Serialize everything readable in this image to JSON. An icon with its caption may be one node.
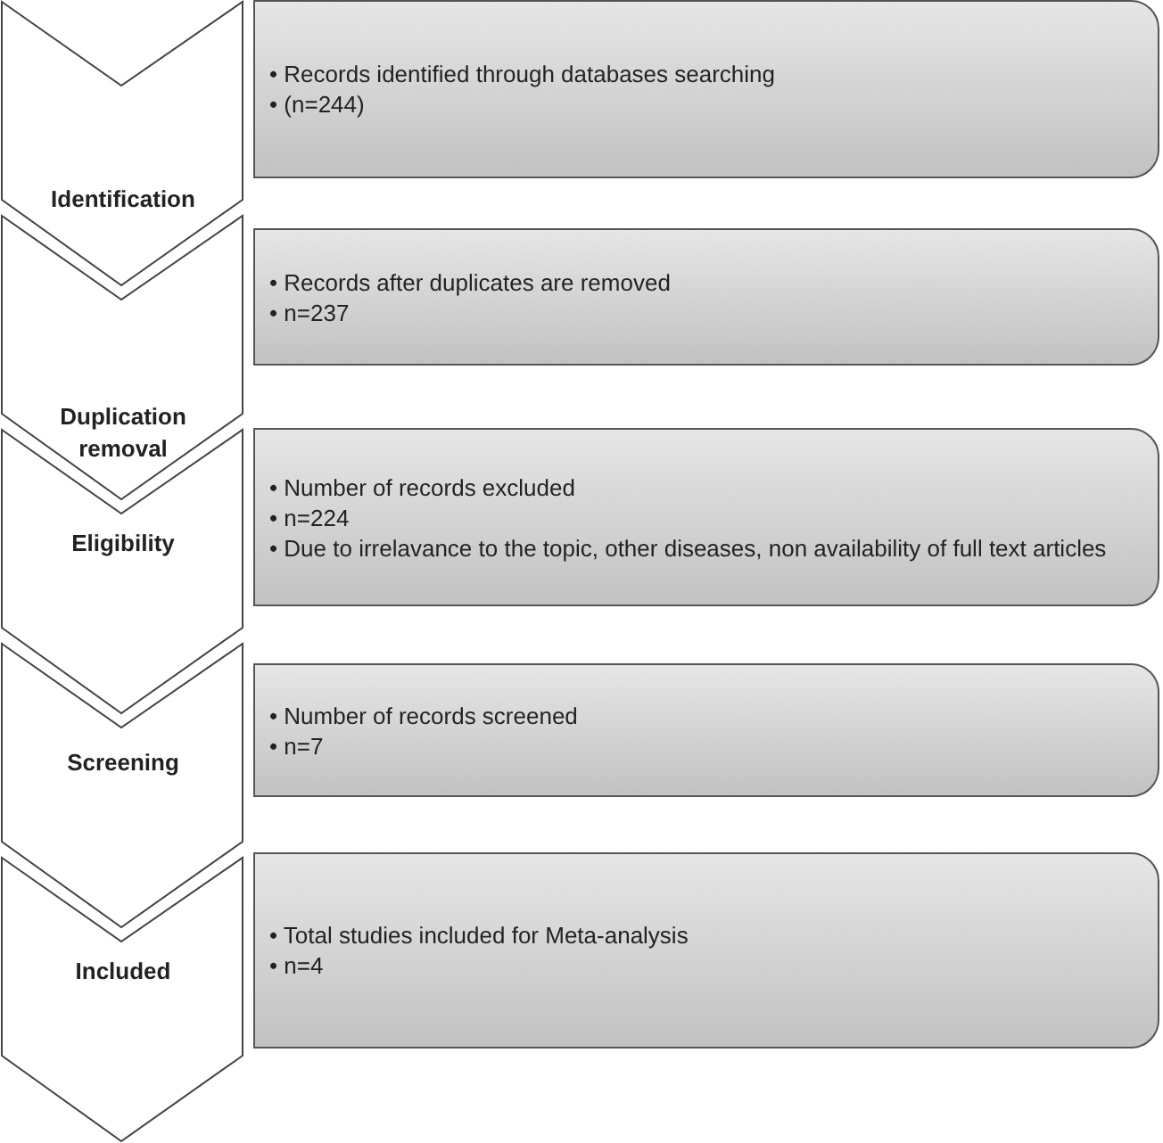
{
  "diagram": {
    "nodes": [
      {
        "text": [
          "Identification"
        ]
      },
      {
        "text": [
          "• Records identified through databases searching",
          "• (n=244)"
        ]
      },
      {
        "text": [
          "Duplication removal"
        ]
      },
      {
        "text": [
          "• Records after duplicates are removed",
          "• n=237"
        ]
      },
      {
        "text": [
          "Eligibility"
        ]
      },
      {
        "text": [
          "• Number of records excluded",
          "• n=224",
          "• Due to irrelavance to the topic, other diseases, non availability of full text articles"
        ]
      },
      {
        "text": [
          "Screening"
        ]
      },
      {
        "text": [
          "• Number of records screened",
          "• n=7"
        ]
      },
      {
        "text": [
          "Included"
        ]
      },
      {
        "text": [
          "• Total studies included for Meta-analysis",
          "• n=4"
        ]
      }
    ]
  }
}
